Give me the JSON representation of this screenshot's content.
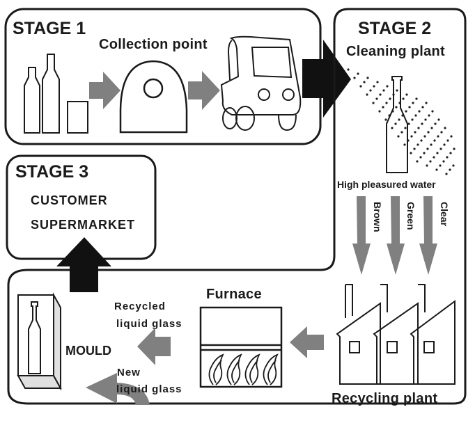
{
  "diagram": {
    "stage1": {
      "title": "STAGE 1",
      "collection_point_label": "Collection point"
    },
    "stage2": {
      "title": "STAGE 2",
      "cleaning_plant_label": "Cleaning plant",
      "water_label": "High pleasured water",
      "sorting_labels": [
        "Brown",
        "Green",
        "Clear"
      ],
      "recycling_plant_label": "Recycling plant"
    },
    "stage3": {
      "title": "STAGE 3",
      "line1": "CUSTOMER",
      "line2": "SUPERMARKET"
    },
    "production": {
      "furnace_label": "Furnace",
      "recycled_glass_line1": "Recycled",
      "recycled_glass_line2": "liquid glass",
      "new_glass_line1": "New",
      "new_glass_line2": "liquid glass",
      "mould_label": "MOULD"
    },
    "colors": {
      "outline": "#1a1a1a",
      "arrow_grey": "#808080",
      "arrow_black": "#111111"
    }
  }
}
